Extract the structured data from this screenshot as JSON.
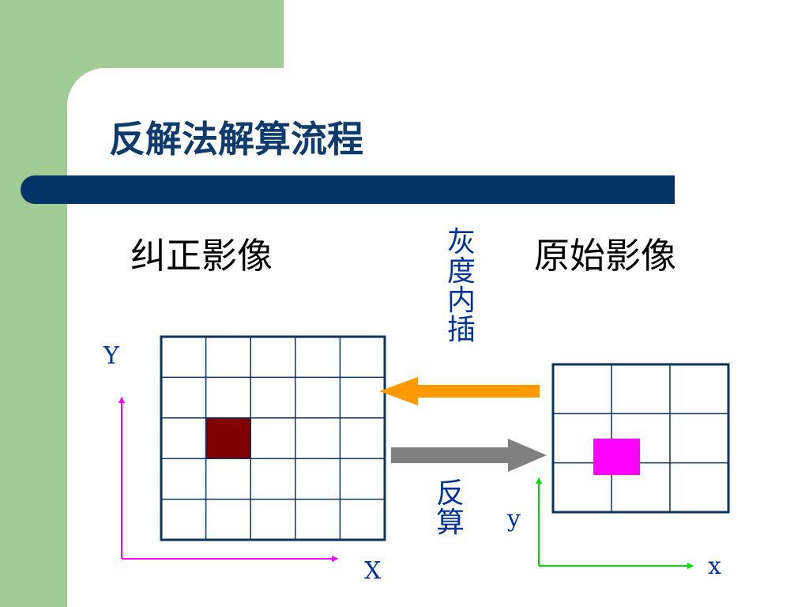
{
  "slide": {
    "title": "反解法解算流程",
    "labels": {
      "corrected_image": "纠正影像",
      "original_image": "原始影像",
      "gray_interpolation": "灰\n度\n内\n插",
      "inverse_calc": "反\n算"
    },
    "axes": {
      "corrected": {
        "x": "X",
        "y": "Y"
      },
      "original": {
        "x": "x",
        "y": "y"
      }
    },
    "grids": {
      "corrected": {
        "rows": 5,
        "cols": 5,
        "highlight_cell": {
          "row": 2,
          "col": 1
        }
      },
      "original": {
        "rows": 3,
        "cols": 3
      }
    },
    "colors": {
      "background_green": "#a2cc95",
      "title_bar": "#003366",
      "grid_line": "#0d3359",
      "corrected_highlight": "#800000",
      "original_marker": "#ff00ff",
      "arrow_interpolation": "#ff9900",
      "arrow_inverse": "#808080",
      "axis_corrected": "#ff00ff",
      "axis_original": "#00dd00"
    }
  }
}
